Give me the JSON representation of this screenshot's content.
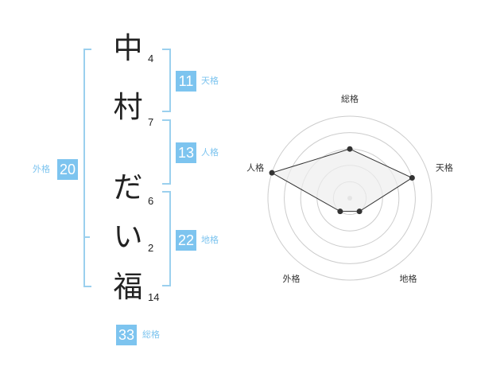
{
  "name": {
    "chars": [
      {
        "char": "中",
        "strokes": "4"
      },
      {
        "char": "村",
        "strokes": "7"
      },
      {
        "char": "だ",
        "strokes": "6"
      },
      {
        "char": "い",
        "strokes": "2"
      },
      {
        "char": "福",
        "strokes": "14"
      }
    ]
  },
  "fortunes": {
    "tenkaku": {
      "value": "11",
      "label": "天格"
    },
    "jinkaku": {
      "value": "13",
      "label": "人格"
    },
    "chikaku": {
      "value": "22",
      "label": "地格"
    },
    "gaikaku": {
      "value": "20",
      "label": "外格"
    },
    "soukaku": {
      "value": "33",
      "label": "総格"
    }
  },
  "chart_data": {
    "type": "radar",
    "axes": [
      "総格",
      "天格",
      "地格",
      "外格",
      "人格"
    ],
    "values": [
      3,
      4,
      1,
      1,
      5
    ],
    "max": 5,
    "rings": 5,
    "colors": {
      "fill": "#eeeeee",
      "stroke": "#333333",
      "ring": "#cccccc",
      "point": "#333333",
      "center": "#cccccc"
    }
  },
  "colors": {
    "accent": "#7dc4ef",
    "bracket": "#9bd0ee"
  }
}
